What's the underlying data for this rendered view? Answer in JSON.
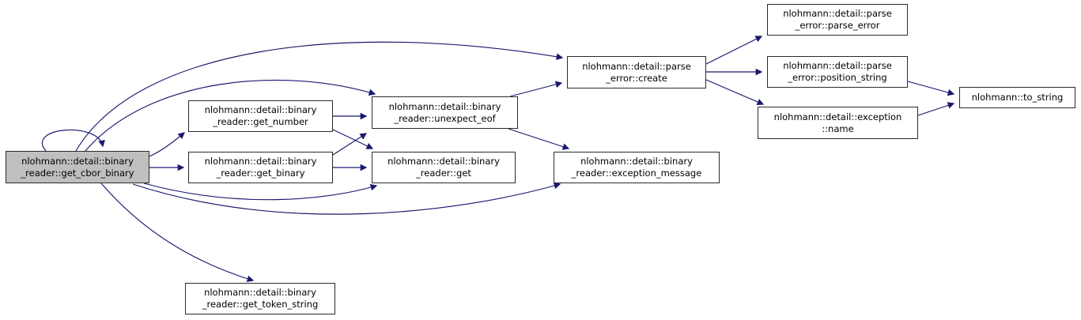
{
  "diagram": {
    "type": "doxygen-call-graph",
    "root_function": "nlohmann::detail::binary_reader::get_cbor_binary",
    "colors": {
      "edge": "#191970",
      "node_border": "#2b2b2b",
      "node_fill": "#ffffff",
      "highlight_fill": "#bfbfbf",
      "background": "#ffffff",
      "text": "#000000"
    },
    "nodes": [
      {
        "id": "get_cbor_binary",
        "line1": "nlohmann::detail::binary",
        "line2": "_reader::get_cbor_binary",
        "highlighted": true
      },
      {
        "id": "get_number",
        "line1": "nlohmann::detail::binary",
        "line2": "_reader::get_number",
        "highlighted": false
      },
      {
        "id": "get_binary",
        "line1": "nlohmann::detail::binary",
        "line2": "_reader::get_binary",
        "highlighted": false
      },
      {
        "id": "unexpect_eof",
        "line1": "nlohmann::detail::binary",
        "line2": "_reader::unexpect_eof",
        "highlighted": false
      },
      {
        "id": "get",
        "line1": "nlohmann::detail::binary",
        "line2": "_reader::get",
        "highlighted": false
      },
      {
        "id": "create",
        "line1": "nlohmann::detail::parse",
        "line2": "_error::create",
        "highlighted": false
      },
      {
        "id": "exception_message",
        "line1": "nlohmann::detail::binary",
        "line2": "_reader::exception_message",
        "highlighted": false
      },
      {
        "id": "parse_error",
        "line1": "nlohmann::detail::parse",
        "line2": "_error::parse_error",
        "highlighted": false
      },
      {
        "id": "position_string",
        "line1": "nlohmann::detail::parse",
        "line2": "_error::position_string",
        "highlighted": false
      },
      {
        "id": "exception_name",
        "line1": "nlohmann::detail::exception",
        "line2": "::name",
        "highlighted": false
      },
      {
        "id": "to_string",
        "line1": "nlohmann::to_string",
        "line2": "",
        "highlighted": false
      },
      {
        "id": "get_token_string",
        "line1": "nlohmann::detail::binary",
        "line2": "_reader::get_token_string",
        "highlighted": false
      }
    ],
    "edges": [
      {
        "from": "get_cbor_binary",
        "to": "get_cbor_binary"
      },
      {
        "from": "get_cbor_binary",
        "to": "create"
      },
      {
        "from": "get_cbor_binary",
        "to": "get_number"
      },
      {
        "from": "get_cbor_binary",
        "to": "get_binary"
      },
      {
        "from": "get_cbor_binary",
        "to": "unexpect_eof"
      },
      {
        "from": "get_cbor_binary",
        "to": "get"
      },
      {
        "from": "get_cbor_binary",
        "to": "exception_message"
      },
      {
        "from": "get_cbor_binary",
        "to": "get_token_string"
      },
      {
        "from": "get_number",
        "to": "unexpect_eof"
      },
      {
        "from": "get_number",
        "to": "get"
      },
      {
        "from": "get_binary",
        "to": "unexpect_eof"
      },
      {
        "from": "get_binary",
        "to": "get"
      },
      {
        "from": "unexpect_eof",
        "to": "create"
      },
      {
        "from": "unexpect_eof",
        "to": "exception_message"
      },
      {
        "from": "create",
        "to": "parse_error"
      },
      {
        "from": "create",
        "to": "position_string"
      },
      {
        "from": "create",
        "to": "exception_name"
      },
      {
        "from": "position_string",
        "to": "to_string"
      },
      {
        "from": "exception_name",
        "to": "to_string"
      }
    ]
  }
}
